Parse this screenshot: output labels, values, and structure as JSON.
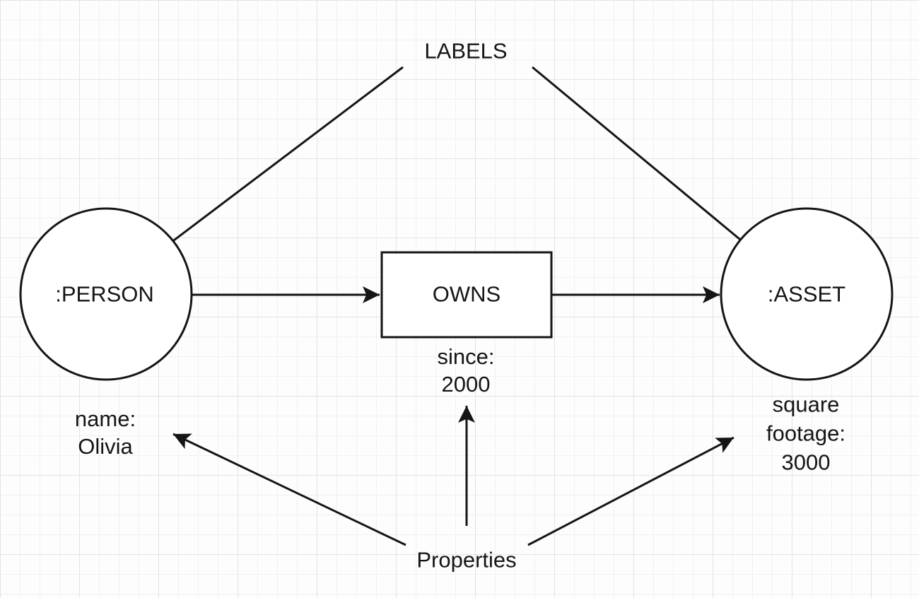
{
  "diagram": {
    "title_annotations": {
      "labels": "LABELS",
      "properties": "Properties"
    },
    "nodes": {
      "person": {
        "label": ":PERSON",
        "property_lines": [
          "name:",
          "Olivia"
        ]
      },
      "asset": {
        "label": ":ASSET",
        "property_lines": [
          "square",
          "footage:",
          "3000"
        ]
      }
    },
    "relationship": {
      "label": "OWNS",
      "property_lines": [
        "since:",
        "2000"
      ]
    },
    "colors": {
      "stroke": "#151515",
      "shape_fill": "#ffffff",
      "grid_minor": "#f1f1f1",
      "grid_major": "#e3e3e3",
      "background": "#fdfdfd"
    }
  }
}
